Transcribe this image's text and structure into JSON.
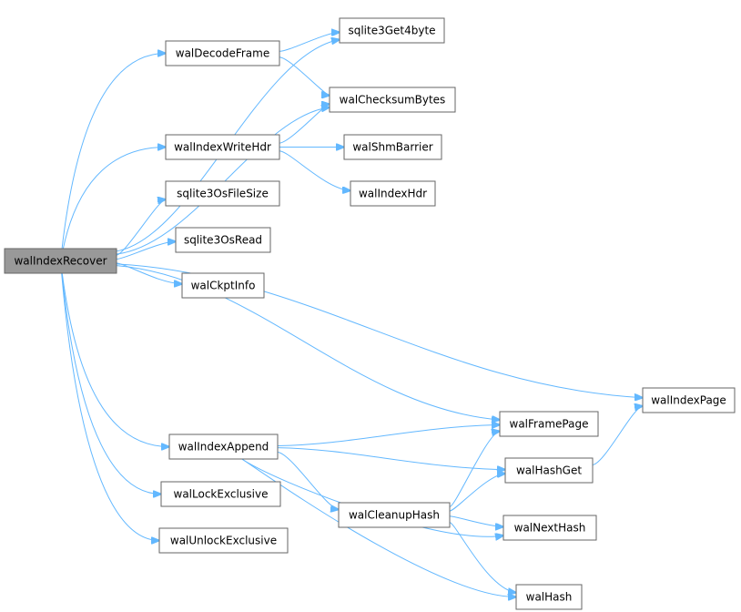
{
  "graph": {
    "nodes": [
      {
        "id": "walIndexRecover",
        "label": "walIndexRecover",
        "root": true
      },
      {
        "id": "sqlite3Get4byte",
        "label": "sqlite3Get4byte"
      },
      {
        "id": "walDecodeFrame",
        "label": "walDecodeFrame"
      },
      {
        "id": "walChecksumBytes",
        "label": "walChecksumBytes"
      },
      {
        "id": "walIndexWriteHdr",
        "label": "walIndexWriteHdr"
      },
      {
        "id": "walShmBarrier",
        "label": "walShmBarrier"
      },
      {
        "id": "walIndexHdr",
        "label": "walIndexHdr"
      },
      {
        "id": "sqlite3OsFileSize",
        "label": "sqlite3OsFileSize"
      },
      {
        "id": "sqlite3OsRead",
        "label": "sqlite3OsRead"
      },
      {
        "id": "walCkptInfo",
        "label": "walCkptInfo"
      },
      {
        "id": "walIndexPage",
        "label": "walIndexPage"
      },
      {
        "id": "walFramePage",
        "label": "walFramePage"
      },
      {
        "id": "walIndexAppend",
        "label": "walIndexAppend"
      },
      {
        "id": "walHashGet",
        "label": "walHashGet"
      },
      {
        "id": "walLockExclusive",
        "label": "walLockExclusive"
      },
      {
        "id": "walCleanupHash",
        "label": "walCleanupHash"
      },
      {
        "id": "walNextHash",
        "label": "walNextHash"
      },
      {
        "id": "walUnlockExclusive",
        "label": "walUnlockExclusive"
      },
      {
        "id": "walHash",
        "label": "walHash"
      }
    ],
    "edges": [
      [
        "walIndexRecover",
        "sqlite3Get4byte"
      ],
      [
        "walIndexRecover",
        "walDecodeFrame"
      ],
      [
        "walIndexRecover",
        "walChecksumBytes"
      ],
      [
        "walIndexRecover",
        "walIndexWriteHdr"
      ],
      [
        "walIndexRecover",
        "sqlite3OsFileSize"
      ],
      [
        "walIndexRecover",
        "sqlite3OsRead"
      ],
      [
        "walIndexRecover",
        "walCkptInfo"
      ],
      [
        "walIndexRecover",
        "walIndexPage"
      ],
      [
        "walIndexRecover",
        "walFramePage"
      ],
      [
        "walIndexRecover",
        "walIndexAppend"
      ],
      [
        "walIndexRecover",
        "walLockExclusive"
      ],
      [
        "walIndexRecover",
        "walUnlockExclusive"
      ],
      [
        "walDecodeFrame",
        "sqlite3Get4byte"
      ],
      [
        "walDecodeFrame",
        "walChecksumBytes"
      ],
      [
        "walIndexWriteHdr",
        "walChecksumBytes"
      ],
      [
        "walIndexWriteHdr",
        "walShmBarrier"
      ],
      [
        "walIndexWriteHdr",
        "walIndexHdr"
      ],
      [
        "walIndexAppend",
        "walFramePage"
      ],
      [
        "walIndexAppend",
        "walHashGet"
      ],
      [
        "walIndexAppend",
        "walCleanupHash"
      ],
      [
        "walIndexAppend",
        "walNextHash"
      ],
      [
        "walIndexAppend",
        "walHash"
      ],
      [
        "walCleanupHash",
        "walFramePage"
      ],
      [
        "walCleanupHash",
        "walHashGet"
      ],
      [
        "walCleanupHash",
        "walNextHash"
      ],
      [
        "walCleanupHash",
        "walHash"
      ],
      [
        "walHashGet",
        "walIndexPage"
      ]
    ]
  }
}
